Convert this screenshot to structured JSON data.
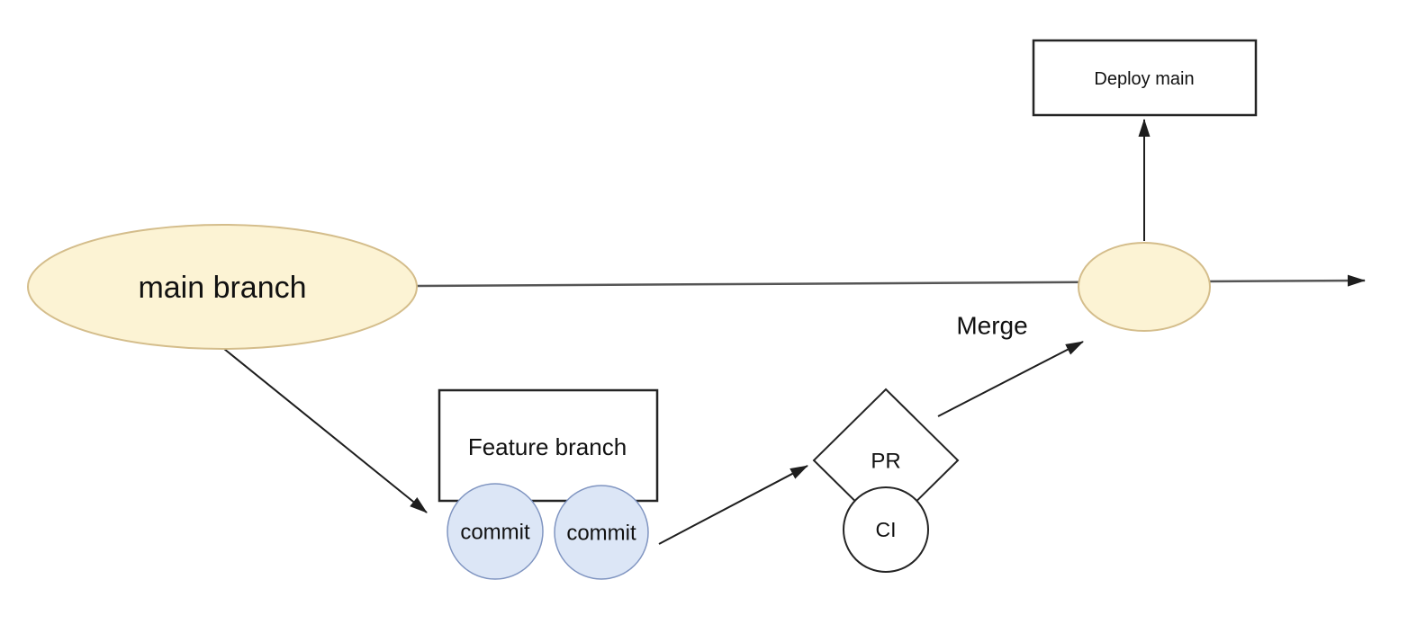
{
  "diagram": {
    "type": "git-branch-workflow-flowchart",
    "nodes": {
      "main_branch": {
        "label": "main branch",
        "shape": "ellipse"
      },
      "feature_branch": {
        "label": "Feature branch",
        "shape": "rectangle"
      },
      "commit_1": {
        "label": "commit",
        "shape": "circle"
      },
      "commit_2": {
        "label": "commit",
        "shape": "circle"
      },
      "pr": {
        "label": "PR",
        "shape": "diamond"
      },
      "ci": {
        "label": "CI",
        "shape": "circle"
      },
      "merge_point": {
        "label": "",
        "shape": "ellipse"
      },
      "deploy_main": {
        "label": "Deploy main",
        "shape": "rectangle"
      }
    },
    "edges": {
      "merge_label": "Merge"
    }
  },
  "colors": {
    "canvas_bg": "#ffffff",
    "branch_fill": "#fcf3d4",
    "branch_stroke": "#d4bd8b",
    "commit_fill": "#dce6f6",
    "commit_stroke": "#8095c1",
    "shape_fill": "#ffffff",
    "shape_stroke": "#242424",
    "connector": "#555555",
    "arrow": "#1e1e1e",
    "label": "#111111"
  }
}
